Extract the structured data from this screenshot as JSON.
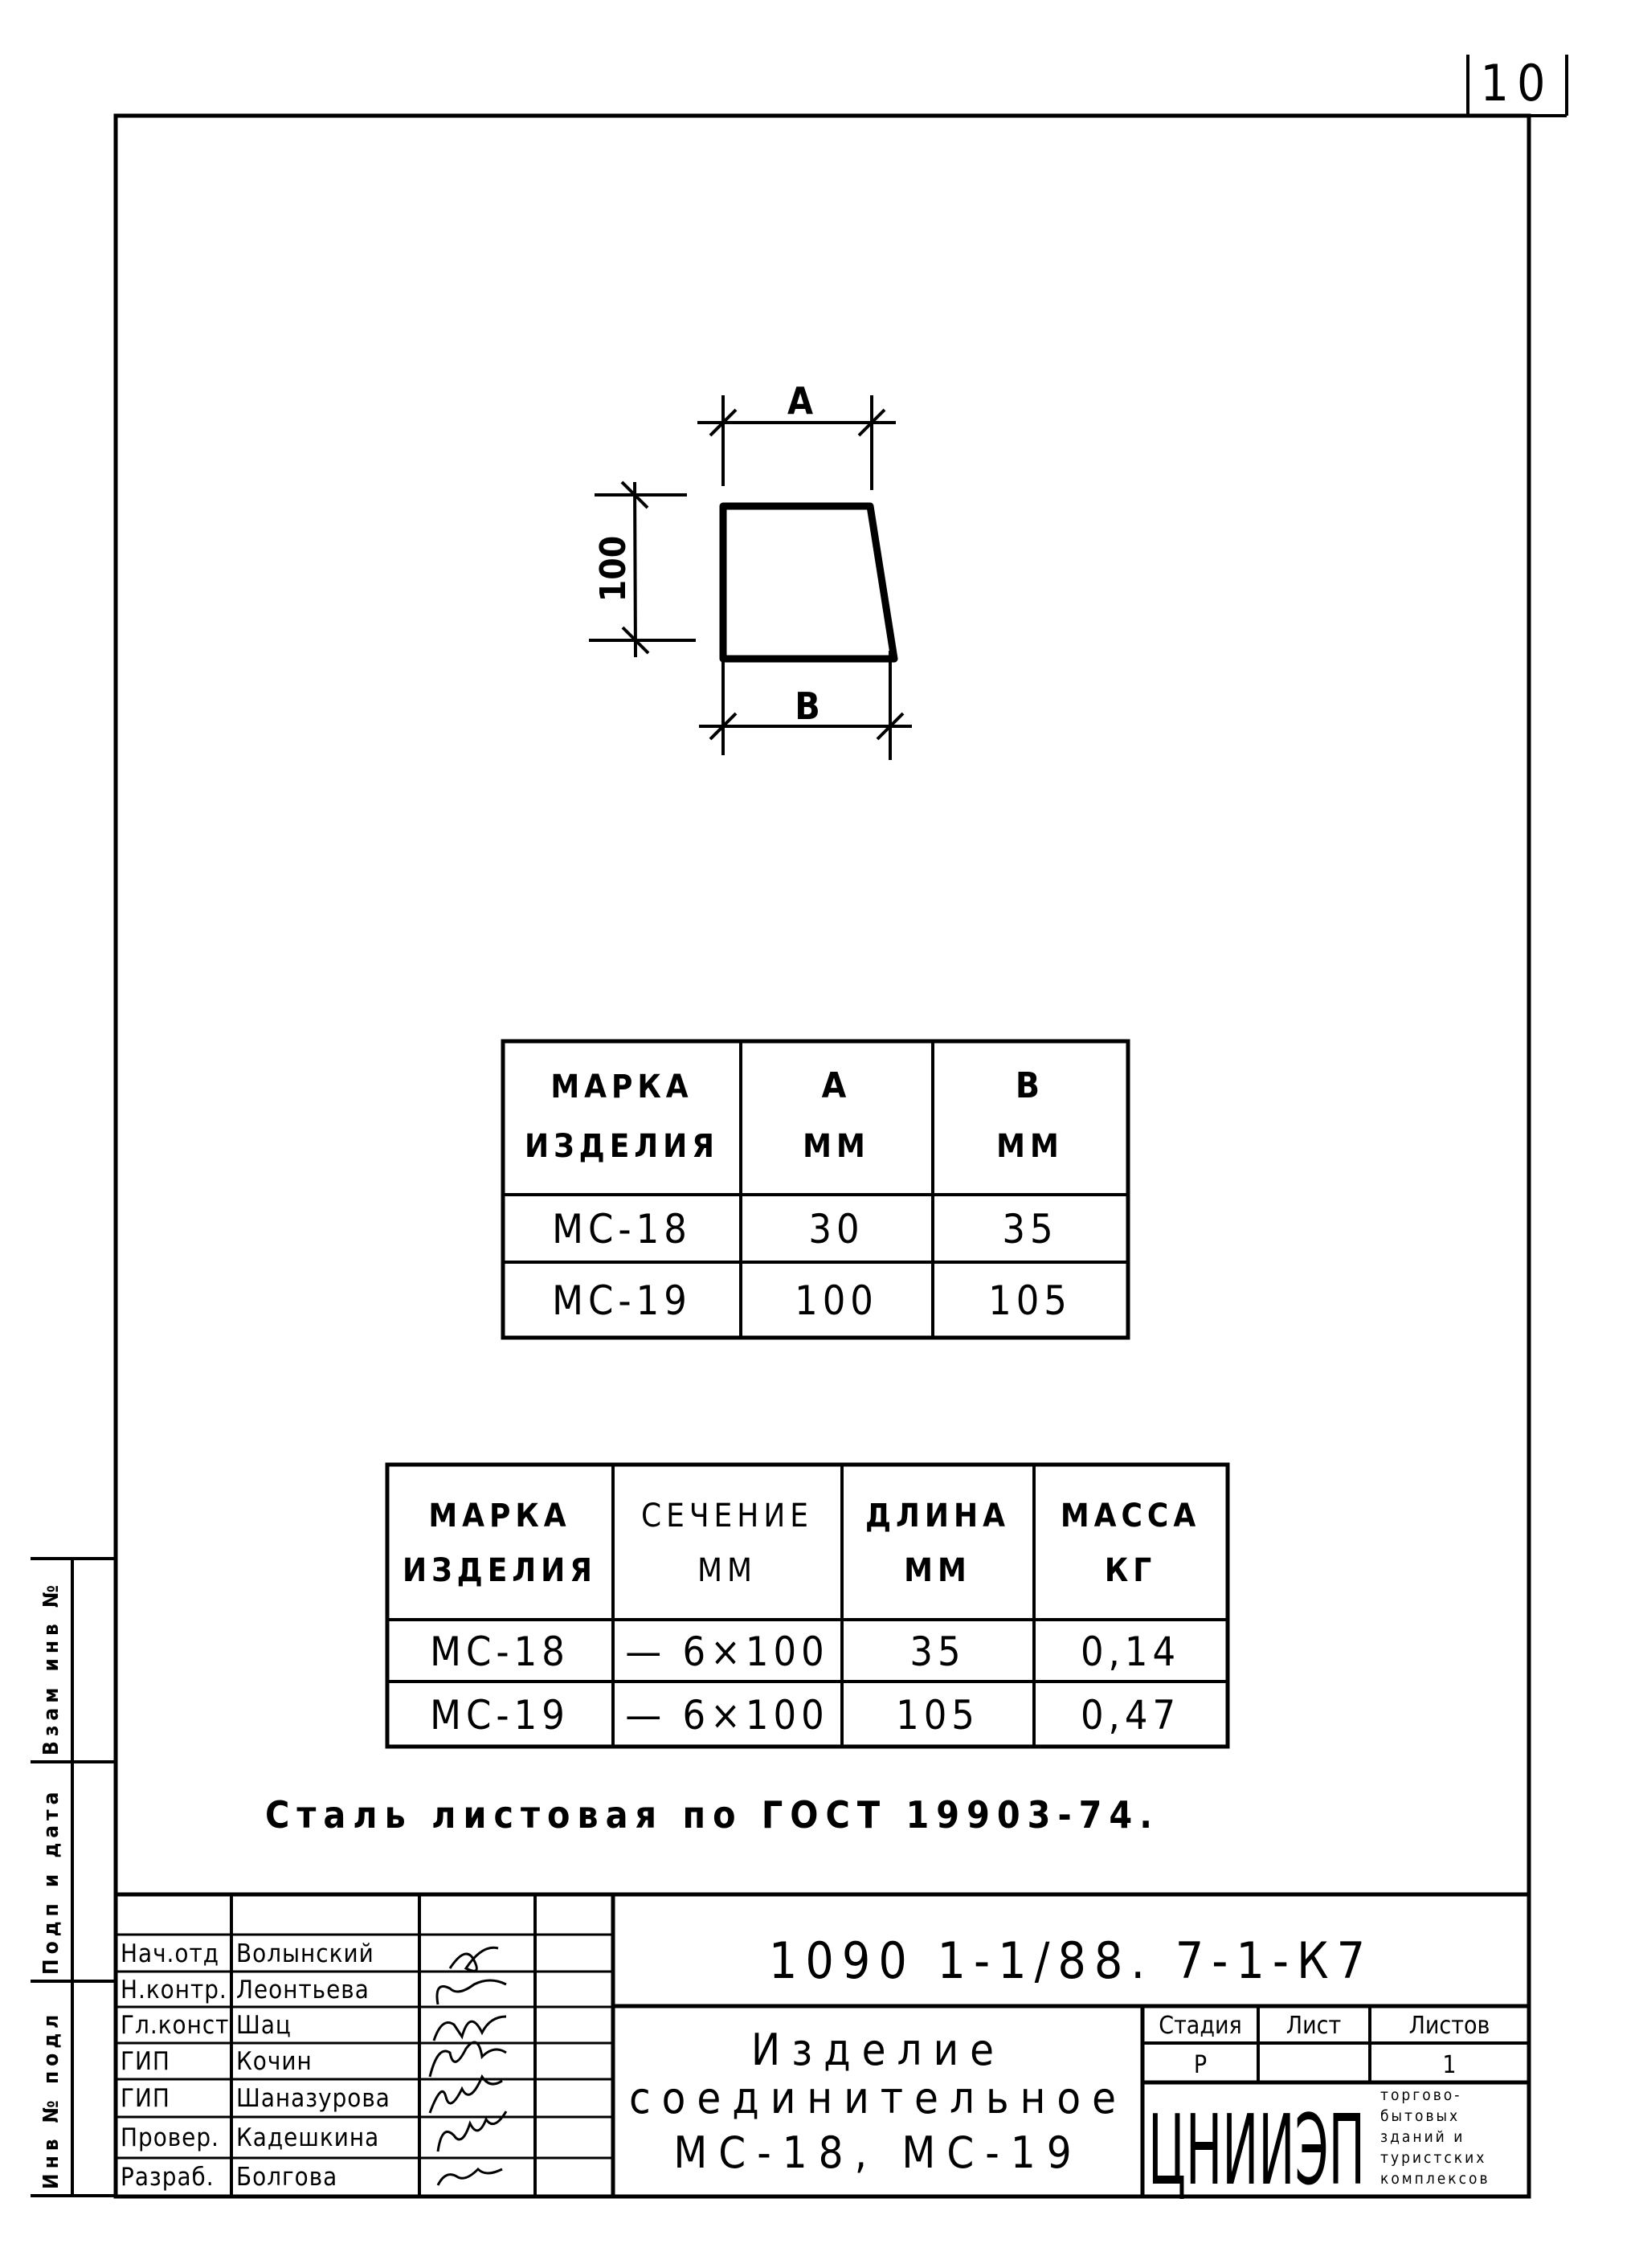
{
  "page_number": "10",
  "drawing": {
    "dim_top": "A",
    "dim_bottom": "B",
    "dim_height": "100"
  },
  "table_dimensions": {
    "headers": [
      [
        "МАРКА",
        "ИЗДЕЛИЯ"
      ],
      [
        "А",
        "ММ"
      ],
      [
        "В",
        "ММ"
      ]
    ],
    "rows": [
      [
        "МС-18",
        "30",
        "35"
      ],
      [
        "МС-19",
        "100",
        "105"
      ]
    ]
  },
  "table_mass": {
    "headers": [
      [
        "МАРКА",
        "ИЗДЕЛИЯ"
      ],
      [
        "СЕЧЕНИЕ",
        "ММ"
      ],
      [
        "ДЛИНА",
        "ММ"
      ],
      [
        "МАССА",
        "КГ"
      ]
    ],
    "rows": [
      [
        "МС-18",
        "— 6×100",
        "35",
        "0,14"
      ],
      [
        "МС-19",
        "— 6×100",
        "105",
        "0,47"
      ]
    ]
  },
  "note": "Сталь листовая по ГОСТ 19903-74.",
  "side_stamp": {
    "replace_inv": "Взам инв №",
    "sign_date": "Подп и дата",
    "inv_original": "Инв № подл"
  },
  "title_block": {
    "document_code": "1090 1-1/88. 7-1-К7",
    "title_lines": [
      "Изделие",
      "соединительное",
      "МС-18, МС-19"
    ],
    "signatories": [
      {
        "role": "Нач.отд",
        "name": "Волынский"
      },
      {
        "role": "Н.контр.",
        "name": "Леонтьева"
      },
      {
        "role": "Гл.конст",
        "name": "Шац"
      },
      {
        "role": "ГИП",
        "name": "Кочин"
      },
      {
        "role": "ГИП",
        "name": "Шаназурова"
      },
      {
        "role": "Провер.",
        "name": "Кадешкина"
      },
      {
        "role": "Разраб.",
        "name": "Болгова"
      }
    ],
    "stage_label": "Стадия",
    "sheet_label": "Лист",
    "sheets_label": "Листов",
    "stage_value": "Р",
    "sheet_value": "",
    "sheets_value": "1",
    "organization_logo": "ЦНИИЭП",
    "organization_text": [
      "торгово-",
      "бытовых",
      "зданий и",
      "туристских",
      "комплексов"
    ]
  }
}
